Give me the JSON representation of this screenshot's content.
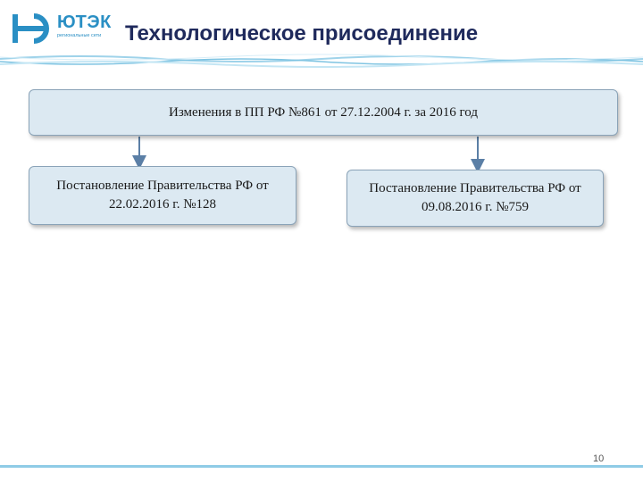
{
  "header": {
    "logo": {
      "brand": "ЮТЭК",
      "subtitle": "региональные сети",
      "color": "#2a8fc4"
    },
    "title": "Технологическое присоединение"
  },
  "diagram": {
    "root": {
      "label": "Изменения в ПП РФ №861 от 27.12.2004 г. за 2016 год"
    },
    "children": [
      {
        "label": "Постановление Правительства РФ от 22.02.2016 г. №128"
      },
      {
        "label": "Постановление Правительства РФ от 09.08.2016 г. №759"
      }
    ],
    "box_fill": "#dce9f2",
    "box_border": "#8aa3b8",
    "arrow_color": "#5b7fa6"
  },
  "footer": {
    "page_number": "10"
  }
}
